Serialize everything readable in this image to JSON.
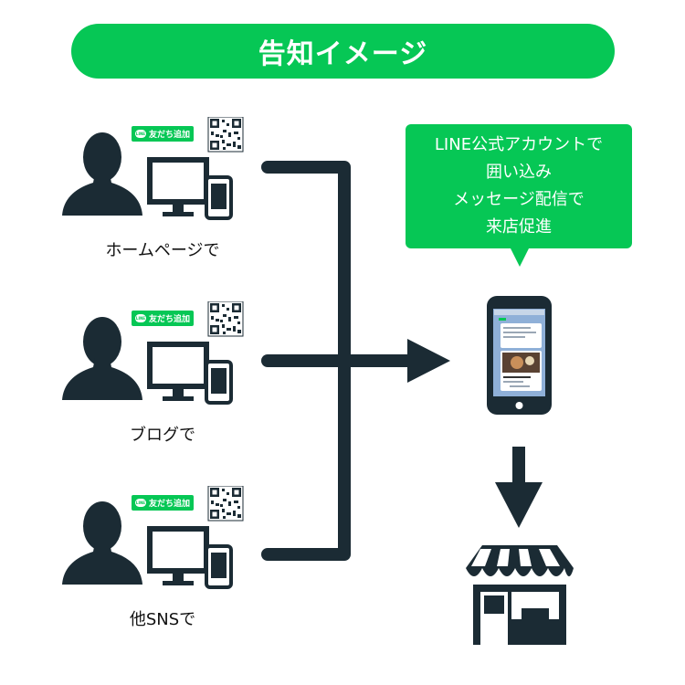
{
  "title": "告知イメージ",
  "colors": {
    "green": "#06c755",
    "dark": "#1b2b34",
    "white": "#ffffff"
  },
  "sources": [
    {
      "label": "ホームページで",
      "button_label": "友だち追加",
      "line_logo": "LINE"
    },
    {
      "label": "ブログで",
      "button_label": "友だち追加",
      "line_logo": "LINE"
    },
    {
      "label": "他SNSで",
      "button_label": "友だち追加",
      "line_logo": "LINE"
    }
  ],
  "callout": {
    "lines": [
      "LINE公式アカウントで",
      "囲い込み",
      "メッセージ配信で",
      "来店促進"
    ]
  },
  "icons": [
    "person-icon",
    "desktop-icon",
    "smartphone-icon",
    "qr-code-icon",
    "arrow-right-icon",
    "arrow-down-icon",
    "store-icon"
  ]
}
